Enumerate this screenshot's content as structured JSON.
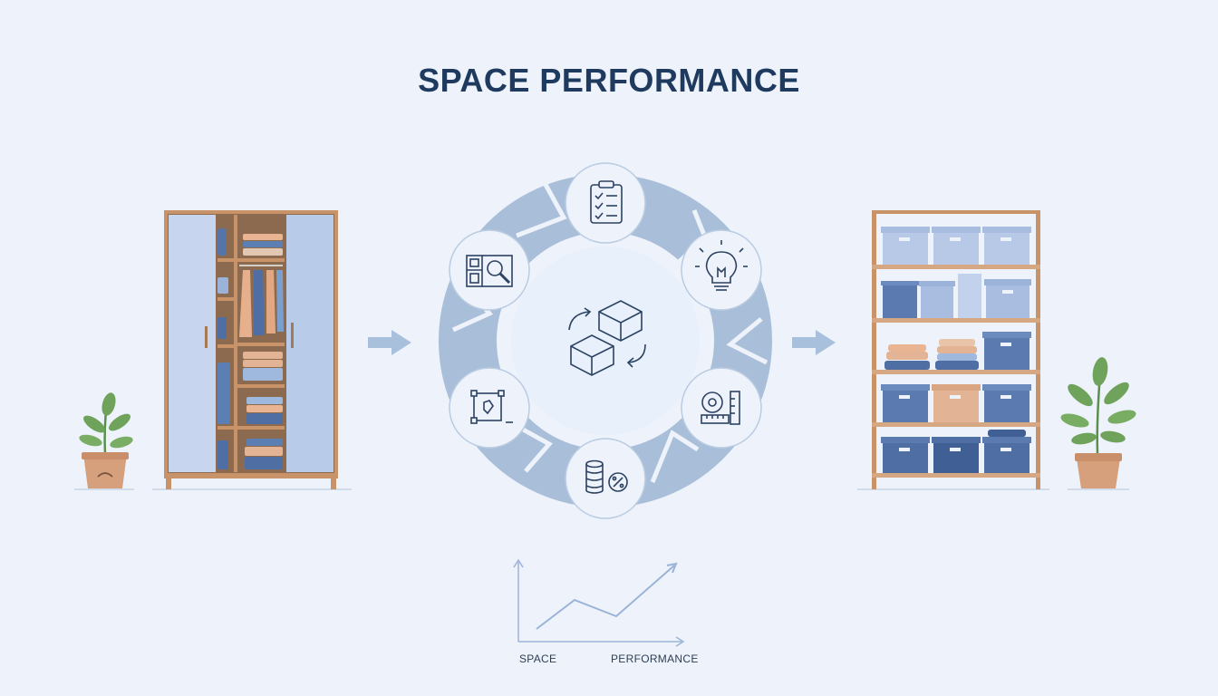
{
  "title": "SPACE PERFORMANCE",
  "flow": {
    "before": "cluttered-wardrobe",
    "after": "organized-shelving"
  },
  "cycle": {
    "center_icon": "boxes-rearrange-icon",
    "nodes": [
      {
        "icon": "checklist-icon"
      },
      {
        "icon": "lightbulb-icon"
      },
      {
        "icon": "tape-measure-ruler-icon"
      },
      {
        "icon": "coins-percent-icon"
      },
      {
        "icon": "resize-frame-icon"
      },
      {
        "icon": "floorplan-search-icon"
      }
    ]
  },
  "mini_chart": {
    "x_label": "PERFORMANCE",
    "y_label": "SPACE"
  },
  "colors": {
    "title": "#1f3a5f",
    "background": "#eef3fb",
    "ring": "#a9bfd9",
    "accent_blue": "#5b7bb0",
    "wood": "#c9936a"
  }
}
